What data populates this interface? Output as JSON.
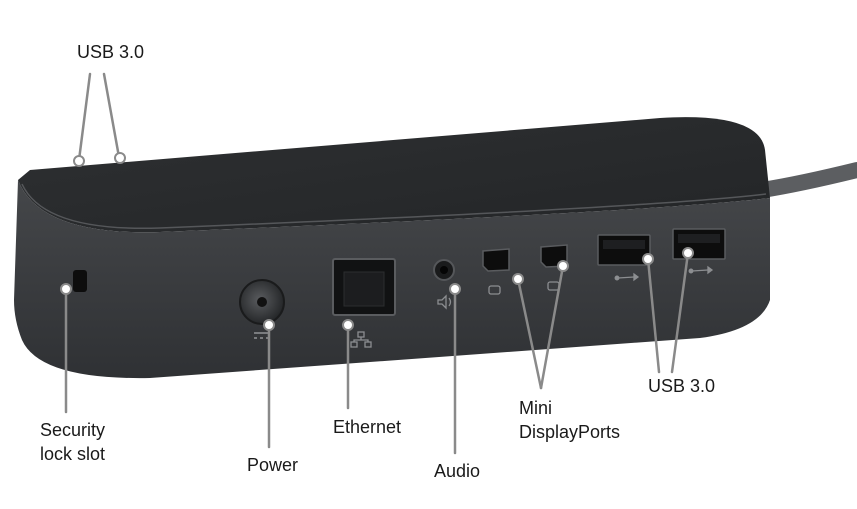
{
  "labels": {
    "usb_top": "USB 3.0",
    "usb_right": "USB 3.0",
    "security_line1": "Security",
    "security_line2": "lock slot",
    "power": "Power",
    "ethernet": "Ethernet",
    "audio": "Audio",
    "mini_line1": "Mini",
    "mini_line2": "DisplayPorts"
  },
  "icons": {
    "power": "dc-power-icon",
    "ethernet": "network-icon",
    "audio": "headphone-icon",
    "mini_displayport": "display-icon",
    "usb": "usb-icon"
  },
  "colors": {
    "dock_front": "#3b3d40",
    "dock_top": "#2a2c2e",
    "port": "#0d0d0d",
    "callout_line": "#8a8a8a"
  }
}
